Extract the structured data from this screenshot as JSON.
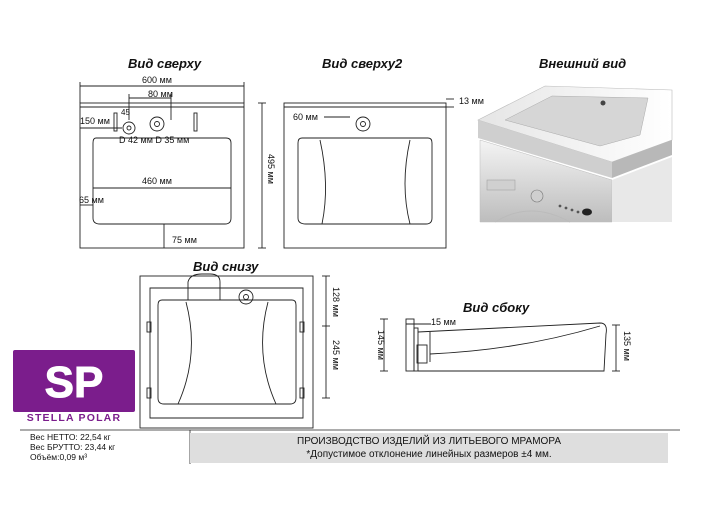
{
  "views": {
    "top": "Вид сверху",
    "top2": "Вид сверху2",
    "external": "Внешний вид",
    "bottom": "Вид снизу",
    "side": "Вид сбоку"
  },
  "dims_top": {
    "width": "600 мм",
    "w80": "80 мм",
    "w45": "45",
    "d150": "150 мм",
    "holes": "D 42 мм D 35 мм",
    "w460": "460 мм",
    "h65": "65 мм",
    "d75": "75 мм",
    "h495": "495 мм"
  },
  "dims_top2": {
    "d60": "60 мм",
    "h13": "13 мм"
  },
  "dims_bottom": {
    "h128": "128 мм",
    "h245": "245 мм"
  },
  "dims_side": {
    "d15": "15 мм",
    "h145": "145 мм",
    "h135": "135 мм"
  },
  "brand": {
    "logo_letters": "SP",
    "name": "STELLA POLAR",
    "primary_color": "#7b1d8c"
  },
  "specs": {
    "net": "Вес НЕТТО: 22,54 кг",
    "gross": "Вес БРУТТО: 23,44 кг",
    "volume": "Объём:0,09 м³"
  },
  "footer": {
    "line1": "ПРОИЗВОДСТВО ИЗДЕЛИЙ ИЗ ЛИТЬЕВОГО МРАМОРА",
    "line2": "*Допустимое отклонение линейных размеров ±4 мм."
  }
}
